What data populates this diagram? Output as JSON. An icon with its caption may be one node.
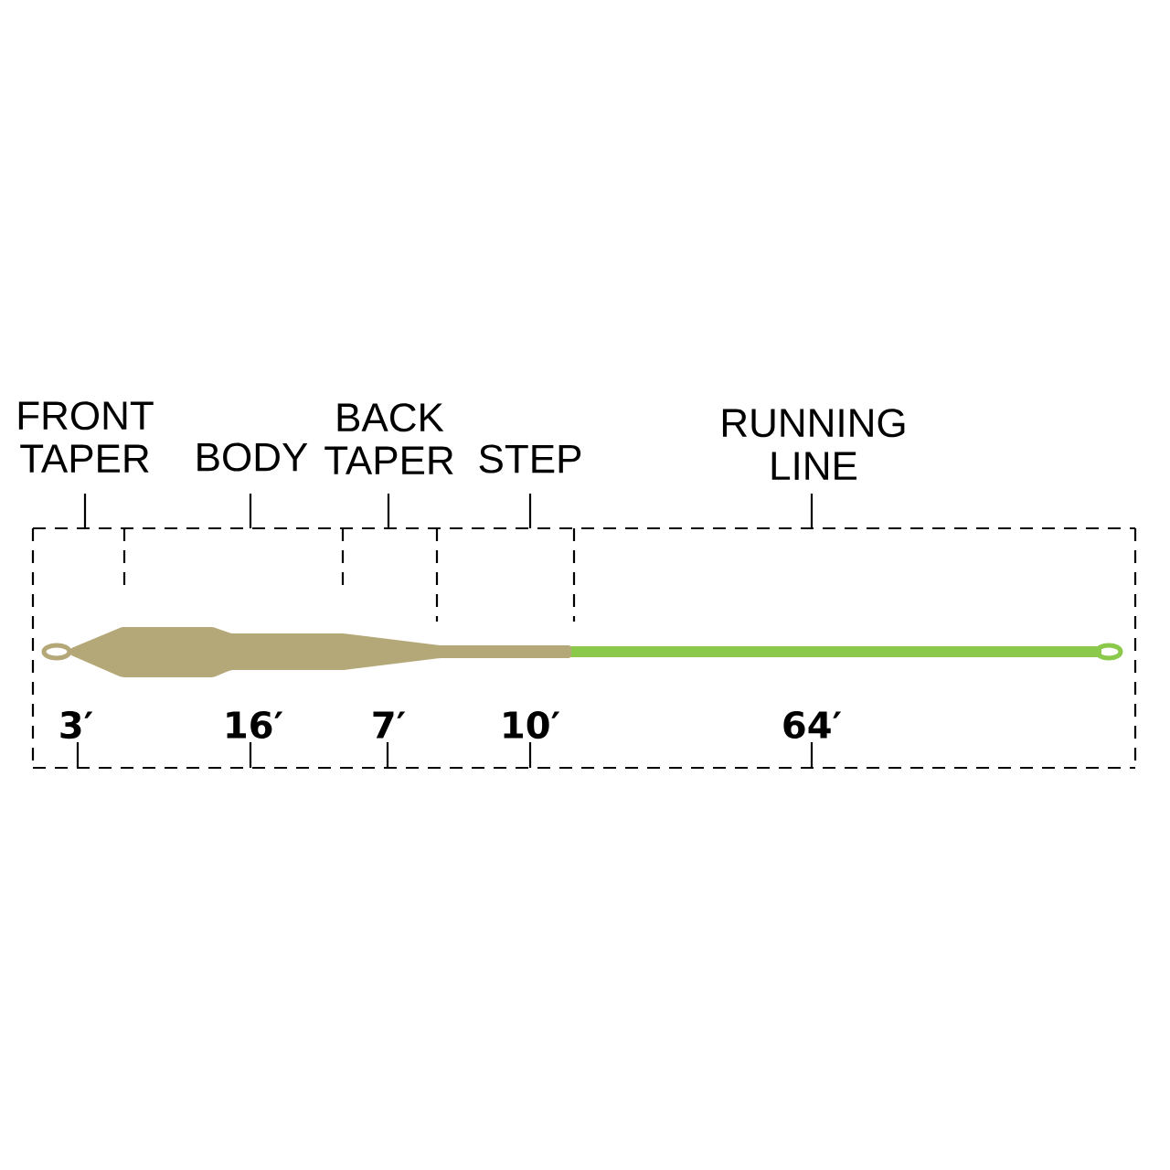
{
  "diagram": {
    "labels": [
      "FRONT TAPER",
      "BODY",
      "BACK TAPER",
      "STEP",
      "RUNNING LINE",
      "3′",
      "16′",
      "7′",
      "10′",
      "64′"
    ]
  }
}
